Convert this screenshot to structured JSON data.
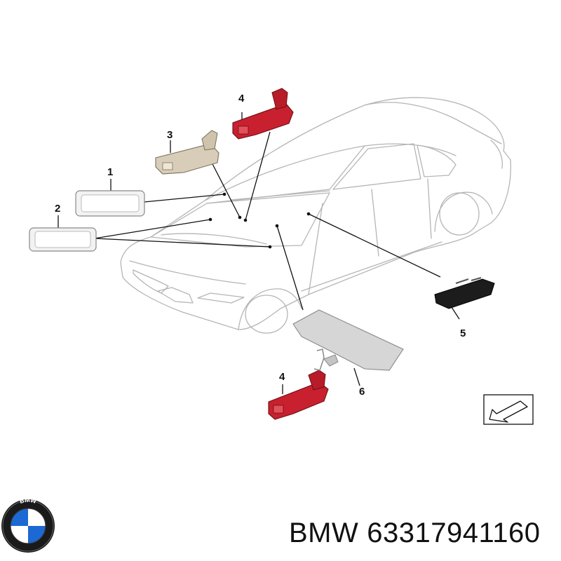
{
  "diagram": {
    "callouts": [
      "1",
      "2",
      "3",
      "4",
      "4",
      "5",
      "6"
    ],
    "colors": {
      "outline": "#b5b5b5",
      "red_part": "#c8202e",
      "beige_part": "#d8cdb8",
      "black_module": "#1c1c1c",
      "plate": "#d6d6d6"
    }
  },
  "logo": {
    "icon": "bmw-roundel-icon",
    "letters": "BMW"
  },
  "caption": {
    "brand": "BMW",
    "part_number": "63317941160"
  }
}
